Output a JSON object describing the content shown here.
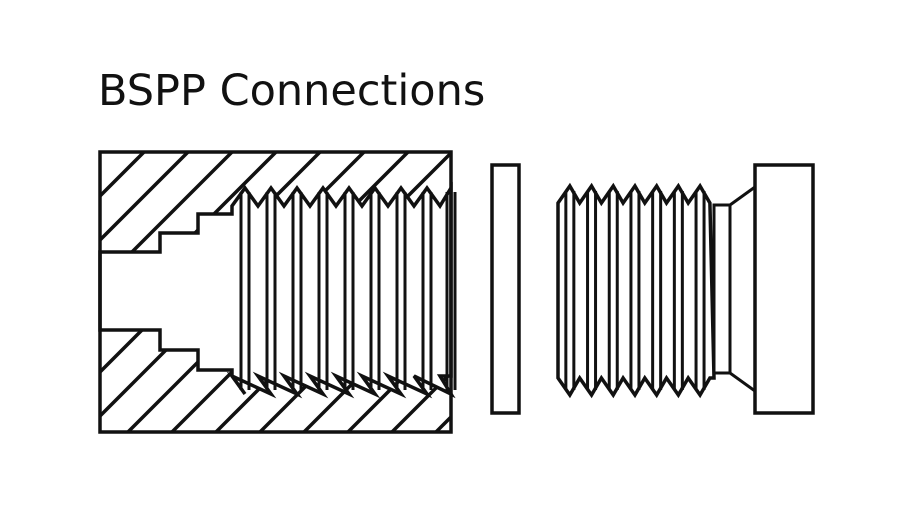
{
  "title": "BSPP Connections",
  "colors": {
    "line": "#111111",
    "background": "#ffffff"
  },
  "parts": [
    "female-port-section",
    "bonded-seal-washer",
    "male-threaded-fitting"
  ]
}
